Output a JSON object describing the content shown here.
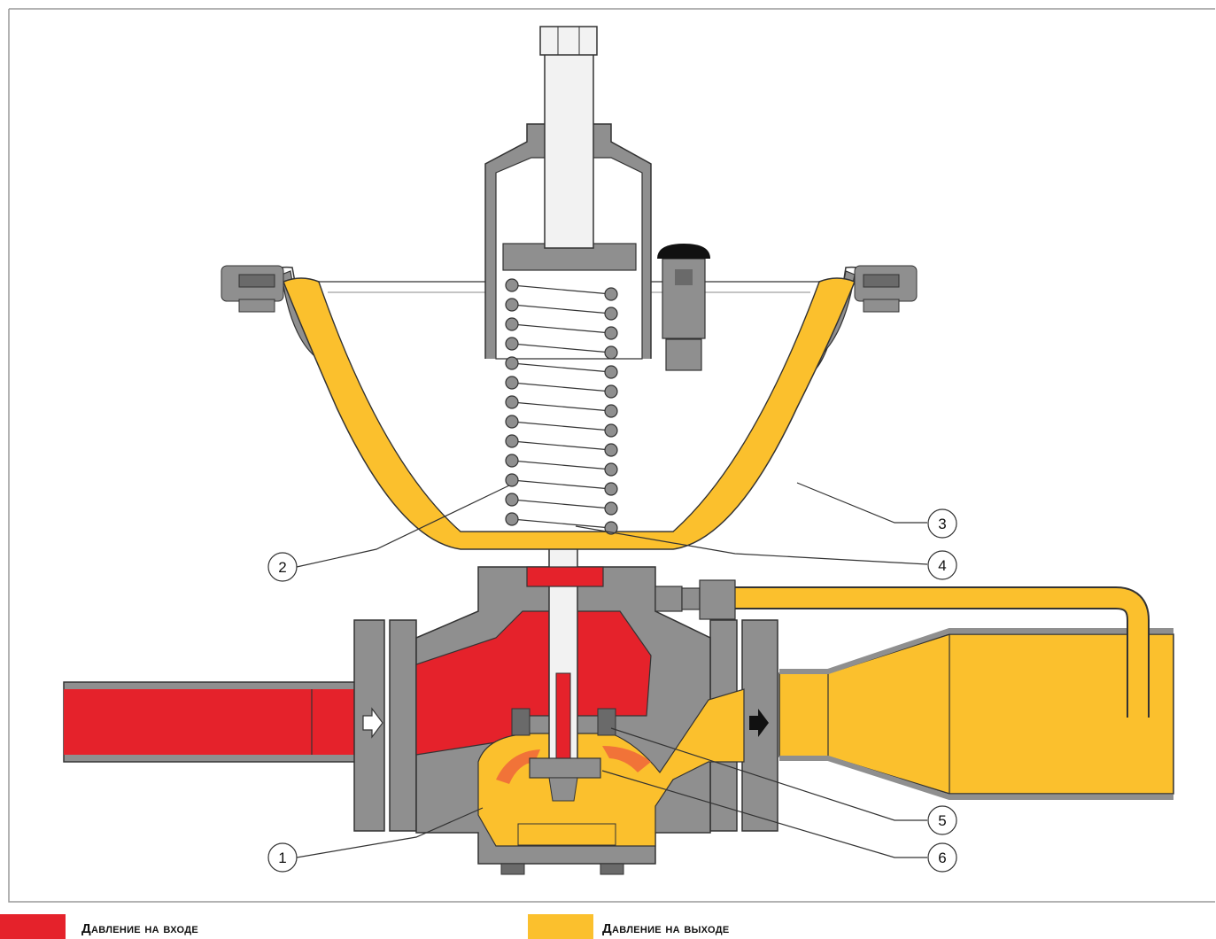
{
  "colors": {
    "inlet": "#e5222b",
    "outlet": "#fbc02d",
    "metal": "#8f8f8f",
    "metal_dark": "#6a6a6a",
    "outline": "#333333",
    "frame": "#9a9a9a"
  },
  "callouts": [
    {
      "label": "1"
    },
    {
      "label": "2"
    },
    {
      "label": "3"
    },
    {
      "label": "4"
    },
    {
      "label": "5"
    },
    {
      "label": "6"
    }
  ],
  "legend": [
    {
      "label": "Давление на входе",
      "color": "#e5222b"
    },
    {
      "label": "Давление на выходе",
      "color": "#fbc02d"
    }
  ]
}
